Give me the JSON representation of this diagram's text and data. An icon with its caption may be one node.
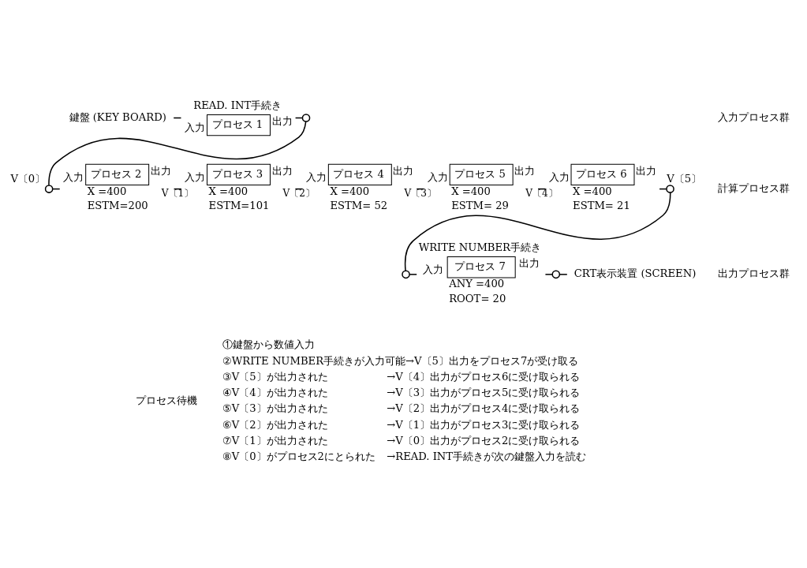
{
  "diagram": {
    "nodes": [
      {
        "text": [
          "鍵盤 (KEY BOARD)"
        ]
      },
      {
        "text": [
          "READ. INT手続き",
          "プロセス 1"
        ],
        "beside": [
          "入力",
          "出力"
        ]
      },
      {
        "text": [],
        "shape": "circle"
      },
      {
        "text": [],
        "shape": "circle",
        "beside": [
          "V〔0〕"
        ]
      },
      {
        "text": [
          "プロセス 2"
        ],
        "beside": [
          "入力",
          "出力",
          "X =400",
          "ESTM=200"
        ]
      },
      {
        "text": [
          "プロセス 3"
        ],
        "beside": [
          "入力",
          "出力",
          "X =400",
          "ESTM=101"
        ]
      },
      {
        "text": [
          "プロセス 4"
        ],
        "beside": [
          "入力",
          "出力",
          "X =400",
          "ESTM= 52"
        ]
      },
      {
        "text": [
          "プロセス 5"
        ],
        "beside": [
          "入力",
          "出力",
          "X =400",
          "ESTM= 29"
        ]
      },
      {
        "text": [
          "プロセス 6"
        ],
        "beside": [
          "入力",
          "出力",
          "X =400",
          "ESTM= 21"
        ]
      },
      {
        "text": [],
        "shape": "circle",
        "beside": [
          "V〔5〕"
        ]
      },
      {
        "text": [],
        "shape": "circle"
      },
      {
        "text": [
          "WRITE NUMBER手続き",
          "プロセス 7"
        ],
        "beside": [
          "入力",
          "出力",
          "ANY =400",
          "ROOT= 20"
        ]
      },
      {
        "text": [],
        "shape": "circle"
      },
      {
        "text": [
          "CRT表示装置 (SCREEN)"
        ]
      }
    ],
    "edges": [
      {
        "from": 0,
        "to": 1,
        "arrow": "none"
      },
      {
        "from": 1,
        "to": 2,
        "arrow": "none"
      },
      {
        "from": 2,
        "to": 3,
        "arrow": "none"
      },
      {
        "from": 3,
        "to": 4,
        "arrow": "none"
      },
      {
        "from": 4,
        "to": 5,
        "arrow": "none",
        "label": "V〔1〕"
      },
      {
        "from": 5,
        "to": 6,
        "arrow": "none",
        "label": "V〔2〕"
      },
      {
        "from": 6,
        "to": 7,
        "arrow": "none",
        "label": "V〔3〕"
      },
      {
        "from": 7,
        "to": 8,
        "arrow": "none",
        "label": "V〔4〕"
      },
      {
        "from": 8,
        "to": 9,
        "arrow": "none"
      },
      {
        "from": 9,
        "to": 10,
        "arrow": "none"
      },
      {
        "from": 10,
        "to": 11,
        "arrow": "none"
      },
      {
        "from": 11,
        "to": 12,
        "arrow": "none"
      },
      {
        "from": 12,
        "to": 13,
        "arrow": "none"
      }
    ],
    "labels": [
      "入力プロセス群",
      "計算プロセス群",
      "出力プロセス群",
      "①鍵盤から数値入力",
      "②WRITE NUMBER手続きが入力可能→V〔5〕出力をプロセス7が受け取る",
      "③V〔5〕が出力された",
      "→V〔4〕出力がプロセス6に受け取られる",
      "④V〔4〕が出力された",
      "→V〔3〕出力がプロセス5に受け取られる",
      "⑤V〔3〕が出力された",
      "→V〔2〕出力がプロセス4に受け取られる",
      "⑥V〔2〕が出力された",
      "→V〔1〕出力がプロセス3に受け取られる",
      "⑦V〔1〕が出力された",
      "→V〔0〕出力がプロセス2に受け取られる",
      "⑧V〔0〕がプロセス2にとられた",
      "→READ. INT手続きが次の鍵盤入力を読む",
      "プロセス待機"
    ]
  }
}
